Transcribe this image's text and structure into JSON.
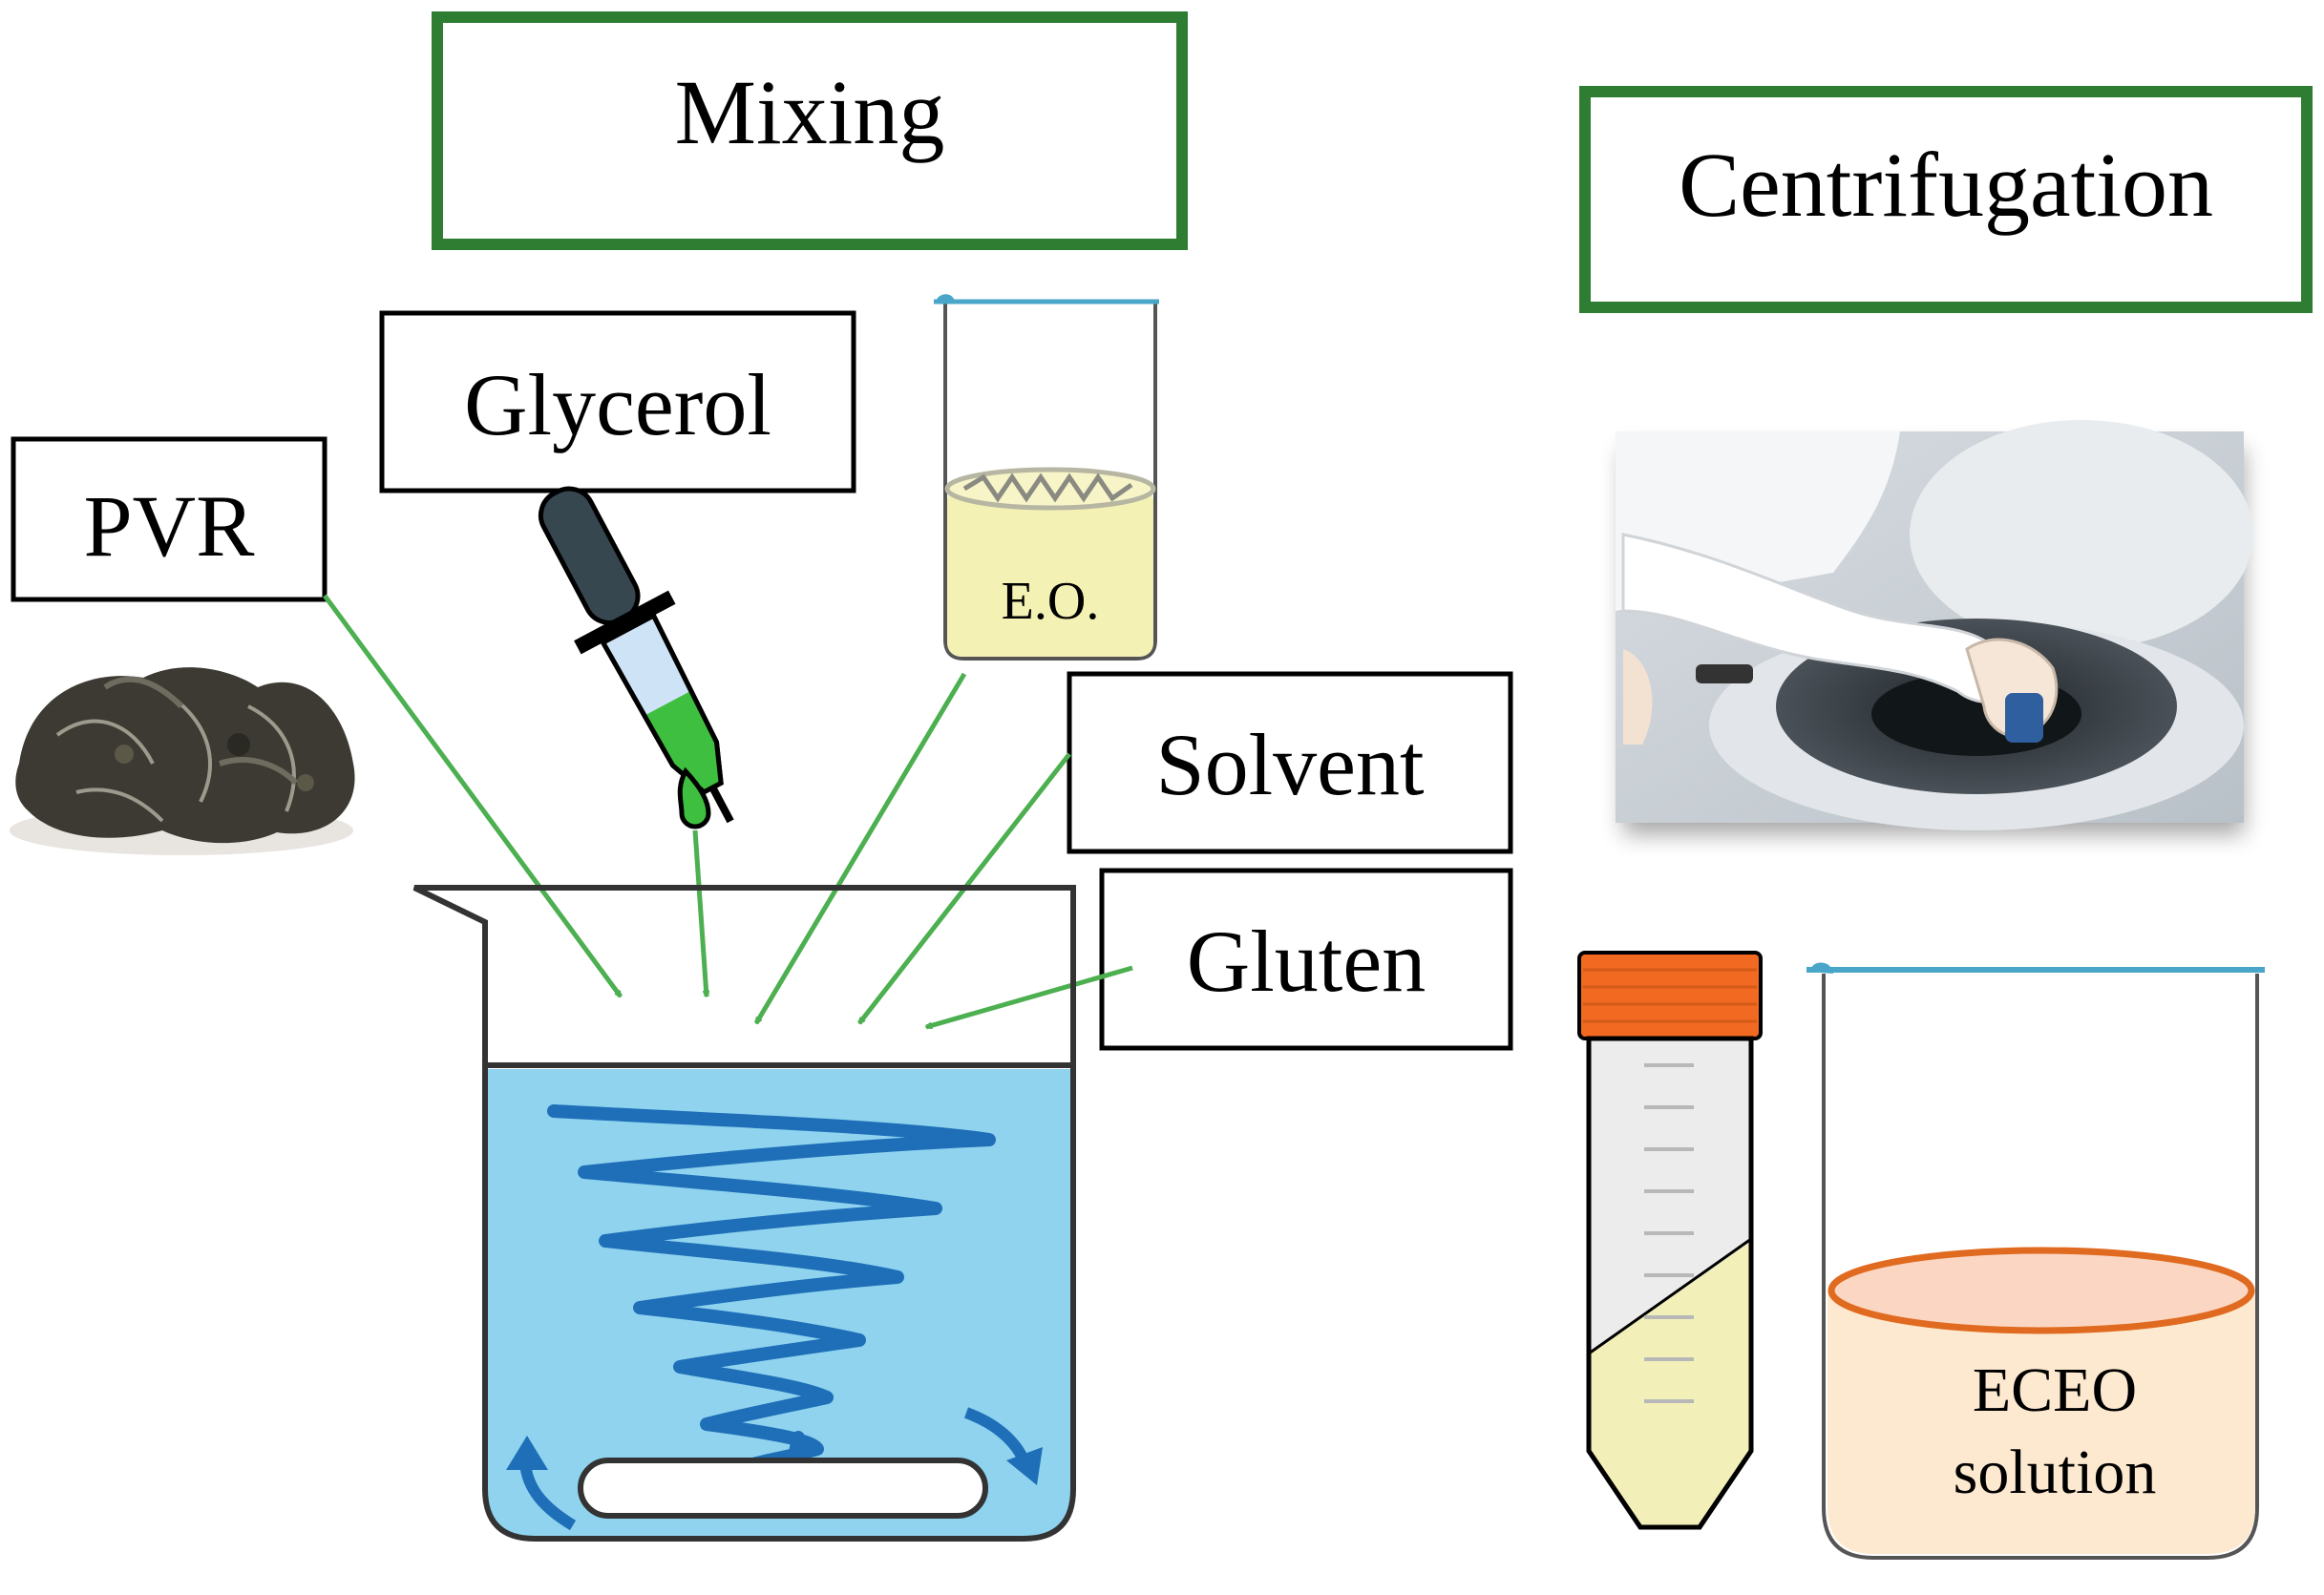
{
  "steps": {
    "mixing": "Mixing",
    "centrifugation": "Centrifugation"
  },
  "ingredients": {
    "pvr": "PVR",
    "glycerol": "Glycerol",
    "essential_oil": "E.O.",
    "solvent": "Solvent",
    "gluten": "Gluten"
  },
  "product": {
    "line1": "ECEO",
    "line2": "solution"
  },
  "colors": {
    "step_border": "#2e7d32",
    "arrow": "#4caf50",
    "beaker_liquid": "#8fd3ef",
    "swirl": "#1e6fb8",
    "oil": "#f3f1b4",
    "tube_cap": "#f26a22",
    "eceo_liquid": "#fde9cf",
    "eceo_ring": "#e06a1f"
  },
  "icons": {
    "pvr_image": "dried-plant-material",
    "centrifuge_photo": "centrifuge-photo",
    "dropper": "dropper-icon",
    "tube": "centrifuge-tube-icon"
  }
}
